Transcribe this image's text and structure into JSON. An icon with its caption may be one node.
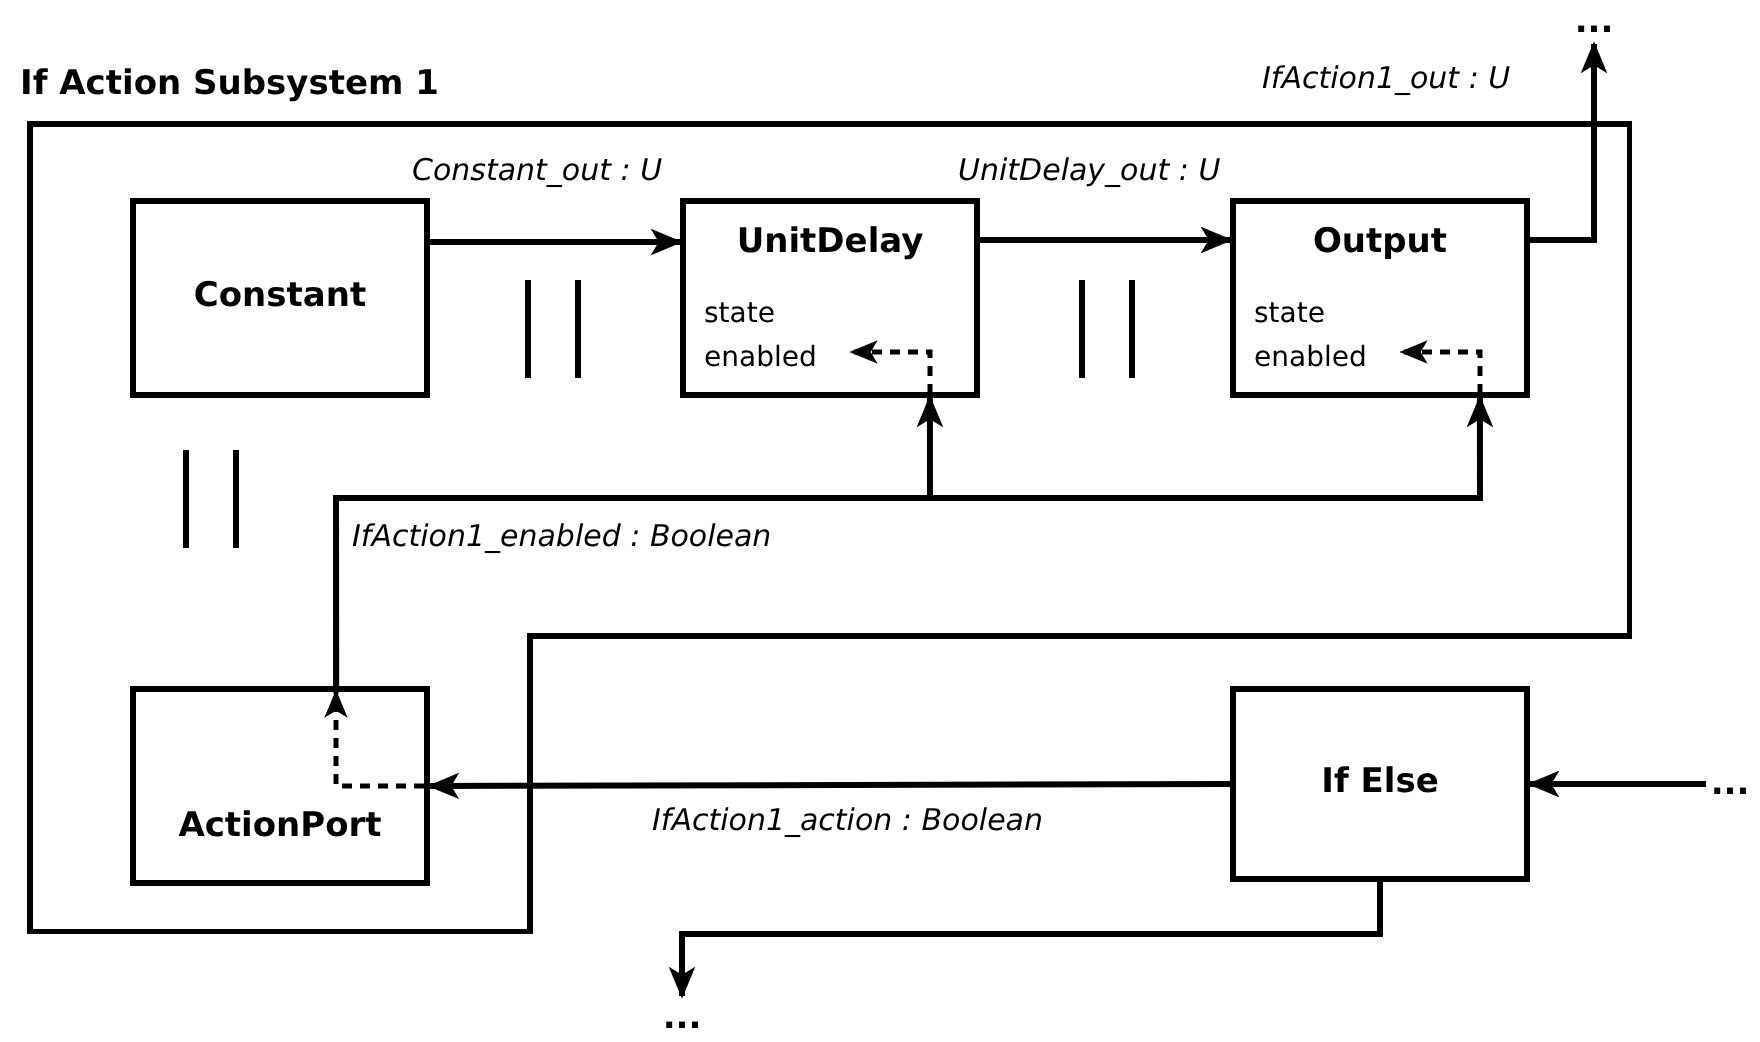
{
  "diagram": {
    "nodes": [
      {
        "text": [
          "If Action Subsystem 1"
        ]
      },
      {
        "text": [
          "Constant"
        ],
        "in": 0
      },
      {
        "text": [
          "UnitDelay",
          "state",
          "enabled"
        ],
        "in": 0
      },
      {
        "text": [
          "Output",
          "state",
          "enabled"
        ],
        "in": 0
      },
      {
        "text": [
          "ActionPort"
        ],
        "in": 0
      },
      {
        "text": [
          "If Else"
        ]
      },
      {
        "text": [
          "..."
        ]
      },
      {
        "text": [
          "..."
        ]
      },
      {
        "text": [
          "..."
        ]
      }
    ],
    "edges": [
      {
        "from": 1,
        "to": 2,
        "arrow": "to",
        "label": "Constant_out : U"
      },
      {
        "from": 2,
        "to": 3,
        "arrow": "to",
        "label": "UnitDelay_out : U"
      },
      {
        "from": 3,
        "to": 6,
        "arrow": "to",
        "label": "IfAction1_out : U"
      },
      {
        "from": 4,
        "to": 2,
        "arrow": "to",
        "label": "IfAction1_enabled : Boolean"
      },
      {
        "from": 4,
        "to": 3,
        "arrow": "to"
      },
      {
        "from": 5,
        "to": 4,
        "arrow": "to",
        "label": "IfAction1_action : Boolean"
      },
      {
        "from": 7,
        "to": 5,
        "arrow": "to"
      },
      {
        "from": 5,
        "to": 8,
        "arrow": "to"
      }
    ]
  }
}
